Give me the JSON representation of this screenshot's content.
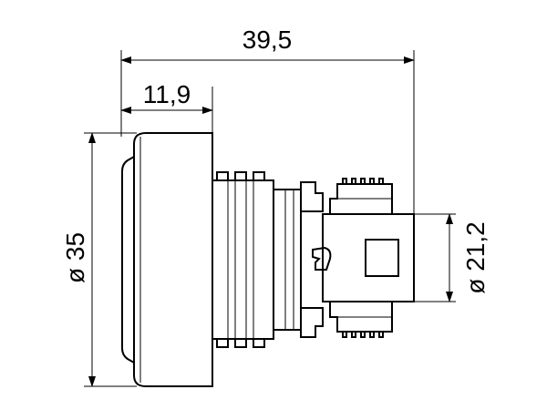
{
  "dimensions": {
    "overall_length": "39,5",
    "flange_depth": "11,9",
    "flange_diameter": "ø 35",
    "housing_diameter": "ø 21,2"
  },
  "colors": {
    "line": "#000000",
    "background": "#ffffff"
  }
}
